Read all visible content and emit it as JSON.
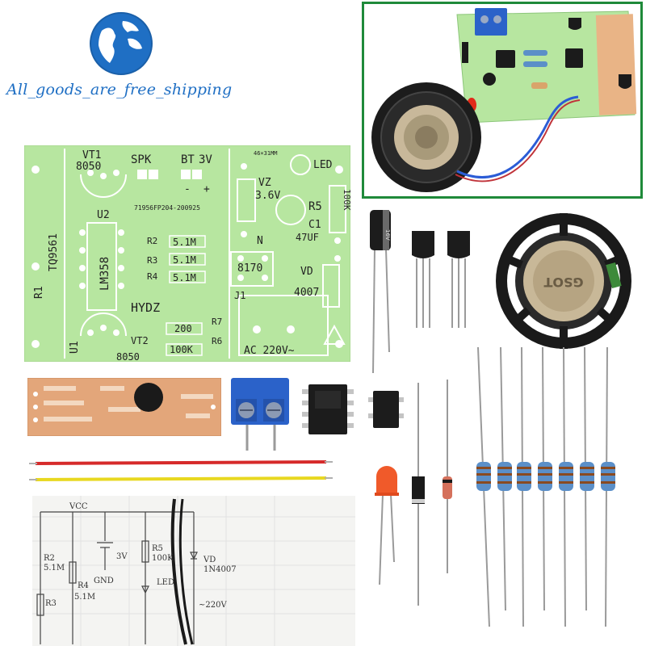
{
  "brand": {
    "text": "All_goods_are_free_shipping"
  },
  "pcb": {
    "vt1": "VT1",
    "vt1_part": "8050",
    "spk": "SPK",
    "bt": "BT",
    "bt_volt": "3V",
    "bt_minus": "-",
    "bt_plus": "+",
    "size": "46×31MM",
    "led": "LED",
    "vz": "VZ",
    "vz_volt": "3.6V",
    "r5": "R5",
    "r5_val": "100K",
    "c1": "C1",
    "c1_val": "47UF",
    "part_no": "71956FP204-200925",
    "u2": "U2",
    "lm": "LM358",
    "r2": "R2",
    "r3": "R3",
    "r4": "R4",
    "r2_val": "5.1M",
    "r3_val": "5.1M",
    "r4_val": "5.1M",
    "tq": "TQ9561",
    "r1": "R1",
    "n": "N",
    "n_val": "8170",
    "vd": "VD",
    "vd_val": "4007",
    "j1": "J1",
    "hydz": "HYDZ",
    "r7": "R7",
    "r7_val": "200",
    "r6": "R6",
    "r6_val": "100K",
    "vt2": "VT2",
    "vt2_part": "8050",
    "u1": "U1",
    "ac": "AC 220V~"
  },
  "components": {
    "cap_label": "16V",
    "speaker_label": "GSOT"
  },
  "schematic": {
    "vcc": "VCC",
    "r2": "R2",
    "r2_val": "5.1M",
    "r4": "R4",
    "r4_val": "5.1M",
    "r3": "R3",
    "bt": "3V",
    "gnd": "GND",
    "r5": "R5",
    "r5_val": "100K",
    "led": "LED",
    "vd": "VD",
    "vd_val": "1N4007",
    "ac": "~220V"
  },
  "colors": {
    "brand_blue": "#1f6fc4",
    "pcb_green": "#b7e6a0",
    "frame_green": "#1f8a3a",
    "terminal_blue": "#2b62c9"
  }
}
